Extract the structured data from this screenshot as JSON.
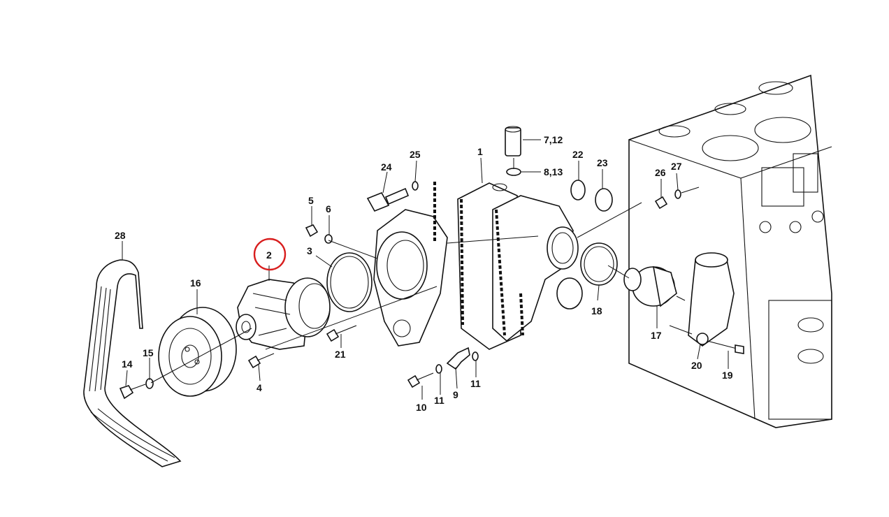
{
  "diagram": {
    "highlight_color": "#d81e1e",
    "highlighted_part": "2",
    "labels": {
      "p1": "1",
      "p2": "2",
      "p3": "3",
      "p4": "4",
      "p5": "5",
      "p6": "6",
      "p7_12": "7,12",
      "p8_13": "8,13",
      "p9": "9",
      "p10": "10",
      "p11a": "11",
      "p11b": "11",
      "p14": "14",
      "p15": "15",
      "p16": "16",
      "p17": "17",
      "p18": "18",
      "p19": "19",
      "p20": "20",
      "p21": "21",
      "p22": "22",
      "p23": "23",
      "p24": "24",
      "p25": "25",
      "p26": "26",
      "p27": "27",
      "p28": "28"
    }
  }
}
